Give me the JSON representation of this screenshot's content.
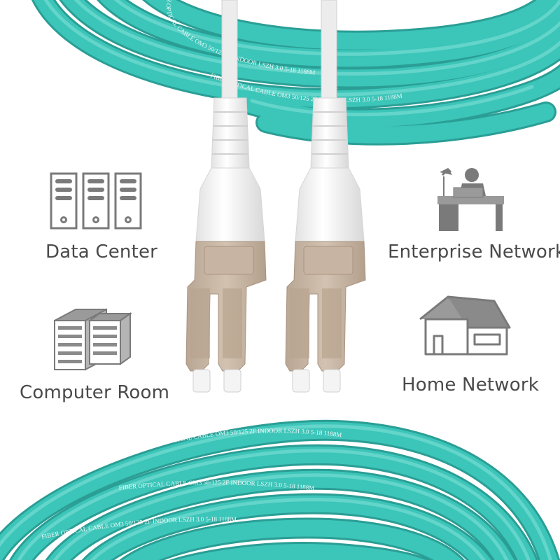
{
  "labels": {
    "data_center": "Data Center",
    "enterprise_network": "Enterprise Network",
    "computer_room": "Computer Room",
    "home_network": "Home Network"
  },
  "cable_print": {
    "top_1": "FIBER OPTICAL CABLE OM3 50/125 2F INDOOR LSZH 3.0 5-18 1188M",
    "top_2": "FIBER OPTICAL CABLE OM3 50/125 2F INDOOR LSZH 3.0 5-18 1188M",
    "bottom_1": "FIBER OPTICAL CABLE OM3 50/125 2F INDOOR LSZH 3.0 5-18 1188M",
    "bottom_2": "FIBER OPTICAL CABLE OM3 50/125 2F INDOOR LSZH 3.0 5-18 1188M",
    "bottom_3": "FIBER OPTICAL CABLE OM3 50/125 2F INDOOR LSZH 3.0 5-18 1188M"
  },
  "colors": {
    "cable_aqua": "#3cc5b9",
    "cable_dark": "#2a9e95",
    "connector_beige": "#c9b7a6",
    "boot_white": "#f2f2f2",
    "icon_gray": "#7a7a7a",
    "text_gray": "#4a4a4a"
  },
  "icons": [
    "server-rack-icon",
    "office-desk-icon",
    "server-stack-icon",
    "house-icon",
    "lc-connector-icon"
  ]
}
